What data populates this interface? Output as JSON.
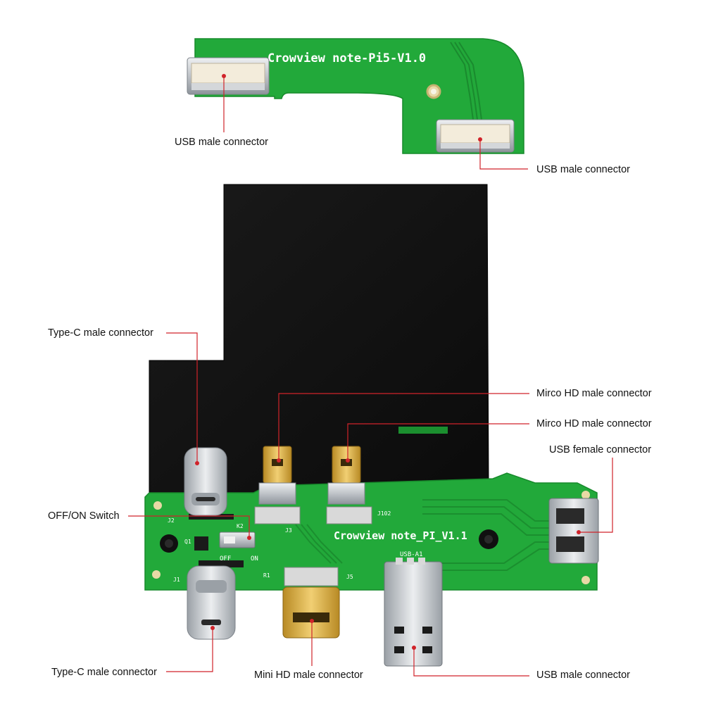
{
  "top_board": {
    "silkscreen": "Crowview note-Pi5-V1.0"
  },
  "main_board": {
    "silkscreen": "Crowview note_PI_V1.1",
    "small_labels": {
      "j2": "J2",
      "j1": "J1",
      "j3": "J3",
      "j102": "J102",
      "j5": "J5",
      "k2": "K2",
      "q1": "Q1",
      "r1": "R1",
      "usb_a1": "USB-A1",
      "off": "OFF",
      "on": "ON"
    }
  },
  "callouts": {
    "top_left_usb": "USB male connector",
    "top_right_usb": "USB male connector",
    "typec_top": "Type-C male connector",
    "microhd_1": "Mirco HD male connector",
    "microhd_2": "Mirco HD male connector",
    "usb_female": "USB female connector",
    "switch": "OFF/ON Switch",
    "typec_bottom": "Type-C male connector",
    "minihd": "Mini HD male connector",
    "usb_bottom": "USB male connector"
  },
  "colors": {
    "pcb_green": "#22a93a",
    "pcb_dark_green": "#1b8f2f",
    "black_plate": "#121212",
    "leader_red": "#d0232a",
    "connector_silver": "#c9ccd1",
    "gold": "#d2a43a"
  }
}
